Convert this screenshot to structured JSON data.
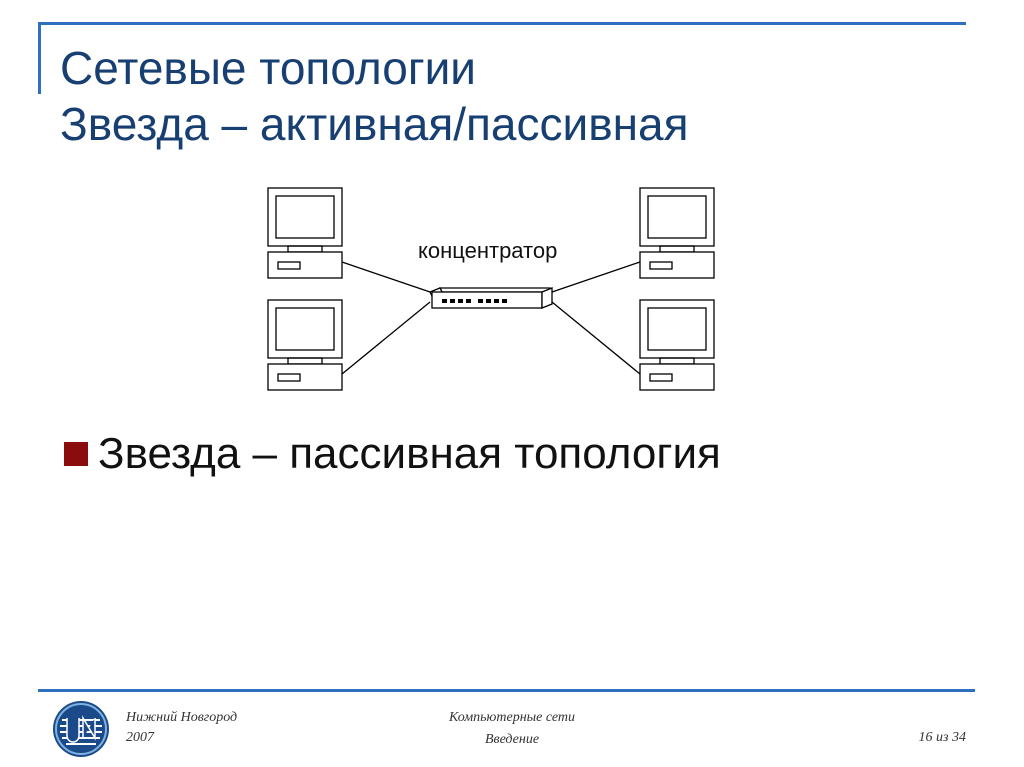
{
  "slide": {
    "title_line1": "Сетевые топологии",
    "title_line2": "Звезда – активная/пассивная"
  },
  "diagram": {
    "hub_label": "концентратор",
    "hub_icon": "network-hub-icon",
    "computer_icon": "desktop-computer-icon",
    "computers": [
      {
        "position": "top-left"
      },
      {
        "position": "bottom-left"
      },
      {
        "position": "top-right"
      },
      {
        "position": "bottom-right"
      }
    ]
  },
  "bullets": [
    {
      "text": "Звезда – пассивная топология"
    }
  ],
  "footer": {
    "city": "Нижний Новгород",
    "year": "2007",
    "course": "Компьютерные сети",
    "lecture": "Введение",
    "page": "16 из 34",
    "logo_icon": "unn-logo-icon"
  },
  "colors": {
    "title": "#173f72",
    "rule": "#2f6fbf",
    "bullet": "#8b0c0c"
  }
}
